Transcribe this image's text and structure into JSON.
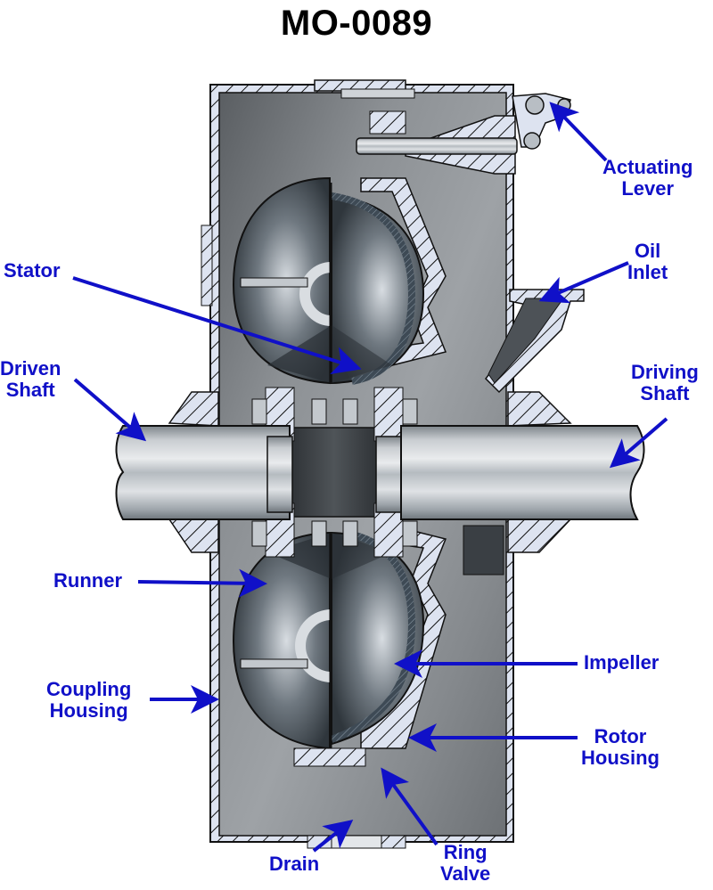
{
  "title": "MO-0089",
  "accent_color": "#1010c8",
  "labels": {
    "actuating_lever": [
      "Actuating",
      "Lever"
    ],
    "oil_inlet": [
      "Oil",
      "Inlet"
    ],
    "stator": [
      "Stator"
    ],
    "driven_shaft": [
      "Driven",
      "Shaft"
    ],
    "driving_shaft": [
      "Driving",
      "Shaft"
    ],
    "runner": [
      "Runner"
    ],
    "impeller": [
      "Impeller"
    ],
    "coupling_housing": [
      "Coupling",
      "Housing"
    ],
    "rotor_housing": [
      "Rotor",
      "Housing"
    ],
    "drain": [
      "Drain"
    ],
    "ring_valve": [
      "Ring",
      "Valve"
    ]
  }
}
